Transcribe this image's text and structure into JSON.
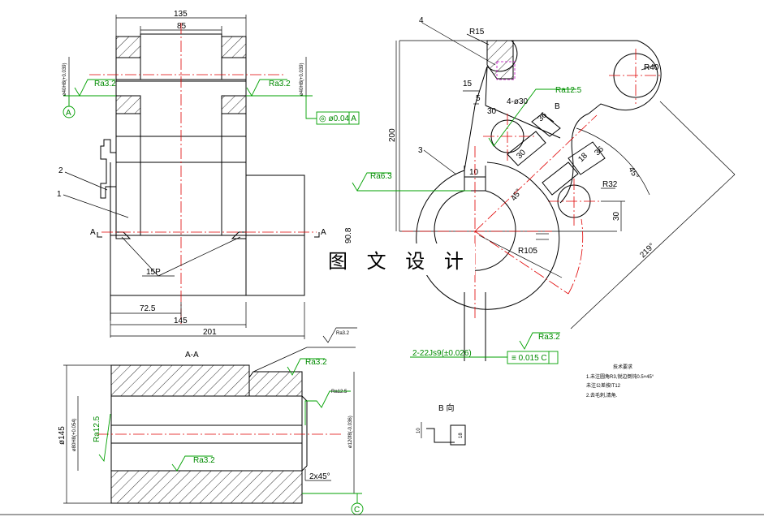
{
  "watermark": "图 文 设 计",
  "part_numbers": {
    "p1": "1",
    "p2": "2",
    "p3": "3",
    "p4": "4"
  },
  "section": {
    "title": "A-A",
    "cut_left": "A",
    "cut_right": "A"
  },
  "view_b": {
    "title": "B 向",
    "dim_a": "10",
    "dim_b": "18"
  },
  "datums": {
    "a": "A",
    "c": "C"
  },
  "front_view": {
    "dim_135": "135",
    "dim_85": "85",
    "dim_72_5": "72.5",
    "dim_145": "145",
    "dim_201": "201",
    "bore_left": "ø40H8(+0.039)",
    "bore_right": "ø40H8(+0.039)",
    "ra_left": "Ra3.2",
    "ra_right": "Ra3.2",
    "coaxiality": "◎ ø0.04 A",
    "chamfer": "15P"
  },
  "section_view": {
    "dia_145": "ø145",
    "bore_80": "ø80H8(+0.054)",
    "dia_120": "ø120f8(-0.036)",
    "ra_top": "Ra3.2",
    "ra_step": "Ra3.2",
    "ra_face": "Ra12.5",
    "ra_bore": "Ra12.5",
    "ra_bottom": "Ra3.2",
    "chamfer": "2x45°"
  },
  "side_view": {
    "r15": "R15",
    "r40": "R40",
    "r32": "R32",
    "r105": "R105",
    "dim_15": "15",
    "dim_5": "5",
    "dim_200": "200",
    "dim_30a": "30",
    "dim_30b": "30",
    "dim_30c": "30",
    "dim_10": "10",
    "dim_36a": "36",
    "dim_36b": "36",
    "dim_18": "18",
    "holes": "4-ø30",
    "ra_hole": "Ra12.5",
    "ra_left": "Ra6.3",
    "view_b_mark": "B",
    "key_dim": "90.8",
    "angle_45a": "45°",
    "angle_45b": "45°",
    "arc_dim": "219°",
    "slot": "2-22Js9(±0.026)",
    "ra_slot": "Ra3.2",
    "symmetry": "≡ 0.015 C"
  },
  "notes": {
    "title": "技术要求",
    "line1": "1.未注圆角R3,锐边倒钝0.5×45°",
    "line2": "未注公差按IT12",
    "line3": "2.去毛刺,清角."
  }
}
